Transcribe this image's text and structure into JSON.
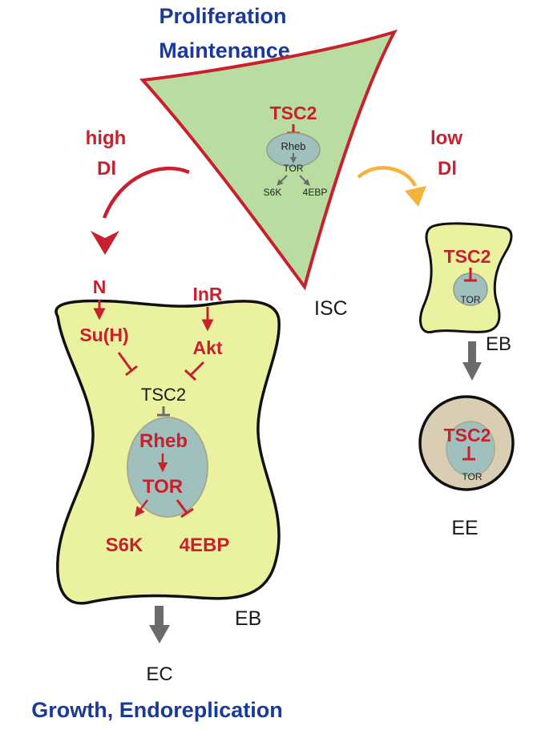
{
  "colors": {
    "title_blue": "#1a3a9a",
    "red": "#c8202c",
    "isc_fill": "#b9dca0",
    "eb_fill": "#eaf2a0",
    "nucleus_fill": "#9fc0bc",
    "ee_fill": "#d9cdb4",
    "grey_arrow": "#6b6b6b",
    "orange_arrow": "#f7b23a"
  },
  "titles": {
    "top_line1": "Proliferation",
    "top_line2": "Maintenance",
    "bottom": "Growth, Endoreplication"
  },
  "isc": {
    "label": "ISC",
    "tsc2": "TSC2",
    "rheb": "Rheb",
    "tor": "TOR",
    "s6k": "S6K",
    "fourebp": "4EBP"
  },
  "left_branch": {
    "line1": "high",
    "line2": "Dl"
  },
  "right_branch": {
    "line1": "low",
    "line2": "Dl"
  },
  "eb_large": {
    "label": "EB",
    "n": "N",
    "suh": "Su(H)",
    "inr": "InR",
    "akt": "Akt",
    "tsc2": "TSC2",
    "rheb": "Rheb",
    "tor": "TOR",
    "s6k": "S6K",
    "fourebp": "4EBP",
    "output": "EC"
  },
  "eb_small": {
    "label": "EB",
    "tsc2": "TSC2",
    "tor": "TOR"
  },
  "ee": {
    "label": "EE",
    "tsc2": "TSC2",
    "tor": "TOR"
  }
}
